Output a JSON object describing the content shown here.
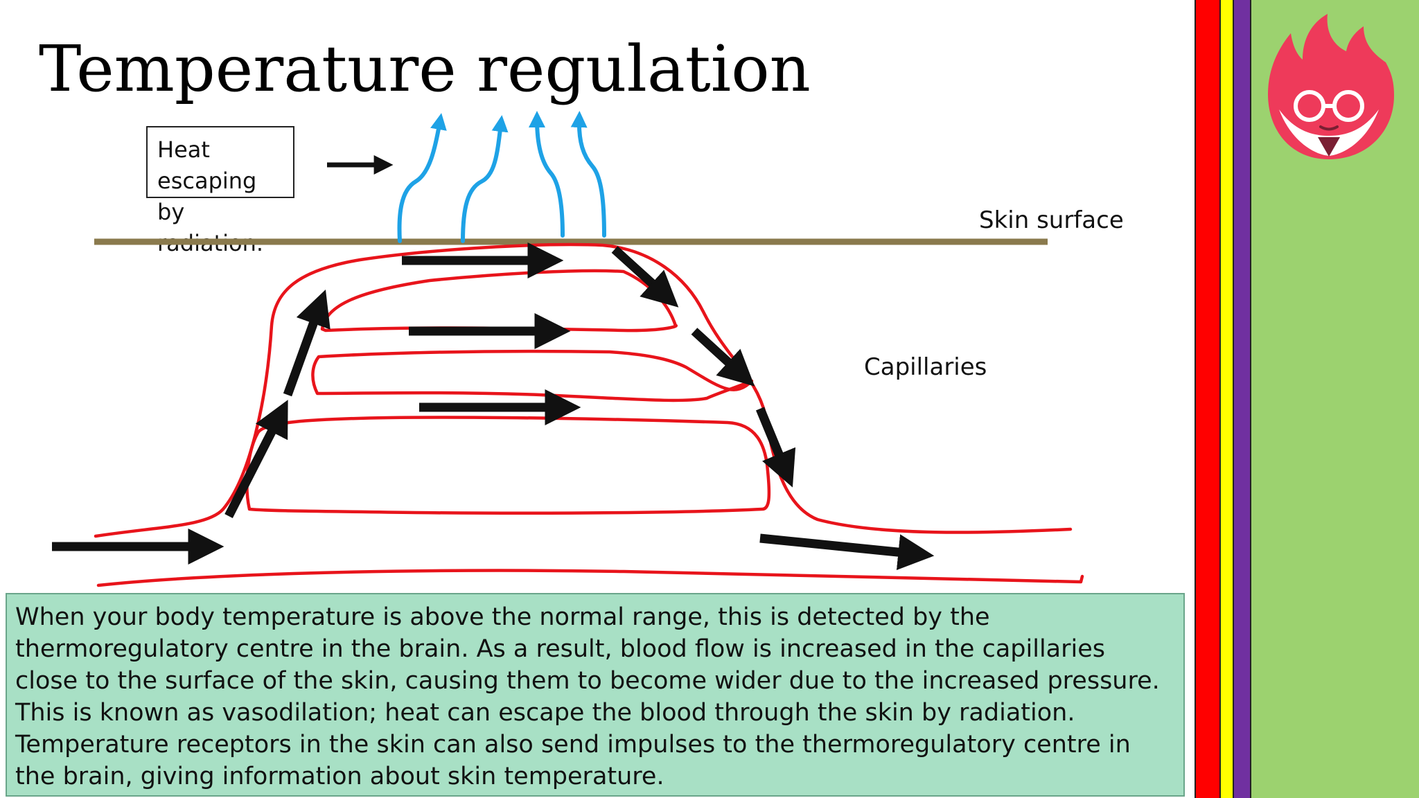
{
  "title": "Temperature regulation",
  "labels": {
    "heat_box": "Heat escaping by radiation.",
    "skin_surface": "Skin surface",
    "capillaries": "Capillaries"
  },
  "info_text": "When your body temperature is above the normal range, this is detected by the thermoregulatory centre in the brain. As a result, blood flow is increased in the capillaries close to the surface of the skin, causing them to become wider due to the increased pressure. This is known as vasodilation; heat can escape the blood through the skin by radiation. Temperature receptors in the skin can also send impulses to the thermoregulatory centre in the brain, giving information about skin temperature.",
  "colors": {
    "capillary": "#e8141b",
    "heat_arrow": "#1ea2e6",
    "skin_line": "#8a7a4d",
    "flow_arrow": "#111111",
    "info_bg": "#a8e0c5",
    "stripe_red": "#ff0000",
    "stripe_yellow": "#ffff00",
    "stripe_purple": "#7030a0",
    "stripe_green": "#9cd26f",
    "mascot": "#ee3a5a"
  },
  "icons": {
    "mascot": "flame-mascot-with-glasses-icon"
  }
}
